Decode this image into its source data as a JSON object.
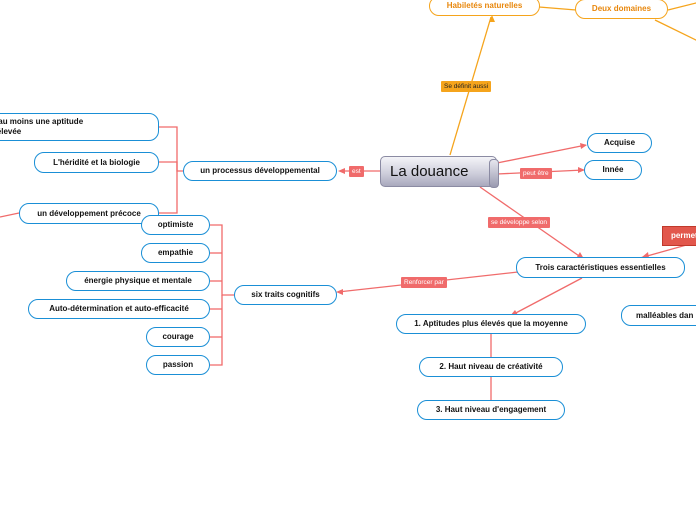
{
  "central": {
    "title": "La douance"
  },
  "labels": {
    "est": "est",
    "se_definit": "Se définit aussi",
    "peut_etre": "peut être",
    "se_developpe": "se développe selon",
    "renforcer": "Renforcer par"
  },
  "nodes": {
    "habiletes": "Habiletés naturelles",
    "deux_domaines": "Deux domaines",
    "acquise": "Acquise",
    "innee": "Innée",
    "processus": "un processus développemental",
    "presence_line1": "ence d'au moins une aptitude",
    "presence_line2": "ement élevée",
    "heredite": "L'héridité et la biologie",
    "developpement_precoce": "un développement précoce",
    "six_traits": "six traits cognitifs",
    "optimiste": "optimiste",
    "empathie": "empathie",
    "energie": "énergie physique et mentale",
    "autodetermination": "Auto-détermination et auto-efficacité",
    "courage": "courage",
    "passion": "passion",
    "trois_caracteristiques": "Trois caractéristiques essentielles",
    "aptitudes": "1. Aptitudes plus élevés que la moyenne",
    "creativite": "2. Haut niveau de créativité",
    "engagement": "3. Haut niveau d'engagement",
    "malleables": "malléables dan",
    "permet": "permet"
  },
  "colors": {
    "node_border": "#1a8fd6",
    "orange": "#f5a41c",
    "red_link": "#f06b6b",
    "permet_fill": "#e2574c"
  }
}
